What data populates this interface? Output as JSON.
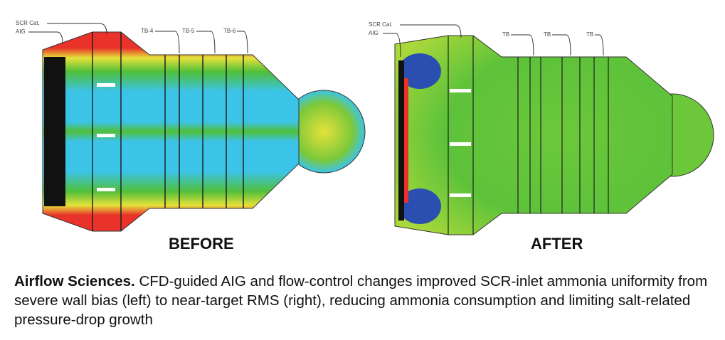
{
  "before": {
    "title": "BEFORE",
    "labels": {
      "scr": "SCR Cat.",
      "aig": "AIG",
      "tb1": "TB-4",
      "tb2": "TB-5",
      "tb3": "TB-6"
    }
  },
  "after": {
    "title": "AFTER",
    "labels": {
      "scr": "SCR Cat.",
      "aig": "AIG",
      "tb1": "TB",
      "tb2": "TB",
      "tb3": "TB"
    }
  },
  "caption": {
    "lead": "Airflow Sciences.",
    "text": " CFD-guided AIG and flow-control changes improved SCR-inlet ammonia uniformity from severe wall bias (left) to near-target RMS (right), reducing ammonia consumption and limiting salt-related pressure-drop growth"
  },
  "colors": {
    "red": "#e8322a",
    "green": "#4fbf3a",
    "cyan": "#3cc4e8",
    "yellow": "#e6e23a",
    "blue": "#2a4fb0"
  }
}
